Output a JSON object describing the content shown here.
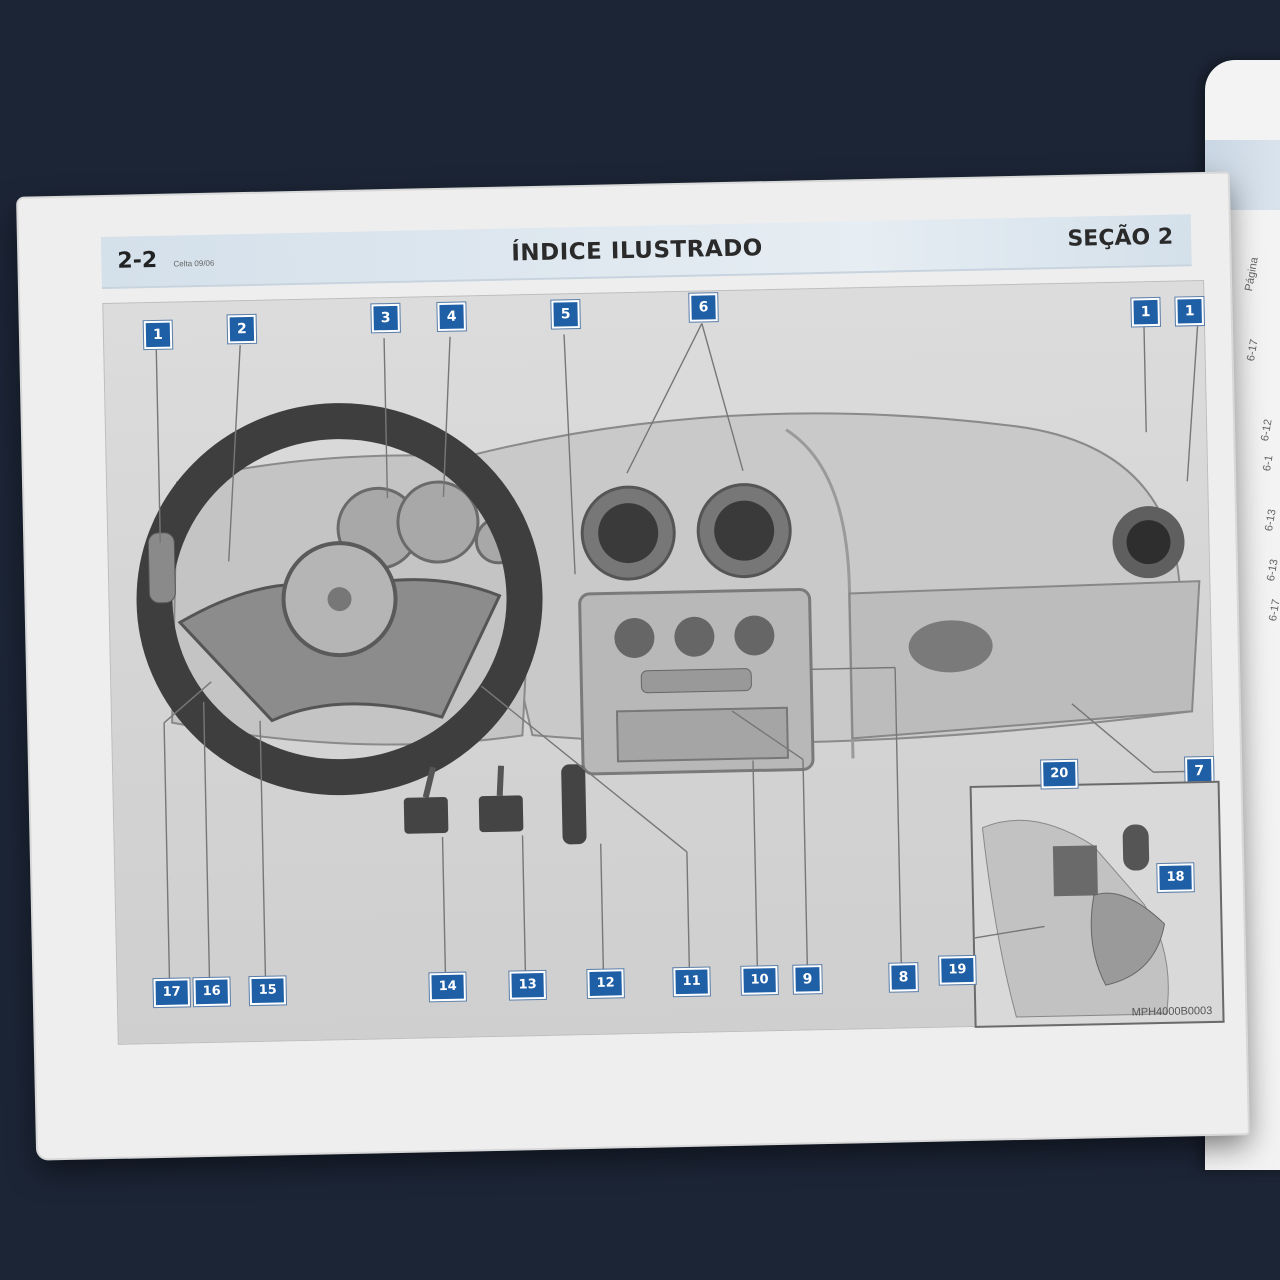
{
  "header": {
    "page_number": "2-2",
    "page_code": "Celta 09/06",
    "title": "ÍNDICE ILUSTRADO",
    "section": "SEÇÃO 2"
  },
  "figure": {
    "callouts_top": [
      "1",
      "2",
      "3",
      "4",
      "5",
      "6",
      "1",
      "1"
    ],
    "callouts_bottom": [
      "17",
      "16",
      "15",
      "14",
      "13",
      "12",
      "11",
      "10",
      "9",
      "8"
    ],
    "callout_right": "7",
    "inset_callouts": [
      "20",
      "18",
      "19"
    ],
    "figure_code": "MPH4000B0003"
  },
  "right_page": {
    "heading": "Página",
    "snippets": [
      "6-17",
      "6-12",
      "6-1",
      "6-13",
      "6-13",
      "6-17"
    ]
  }
}
